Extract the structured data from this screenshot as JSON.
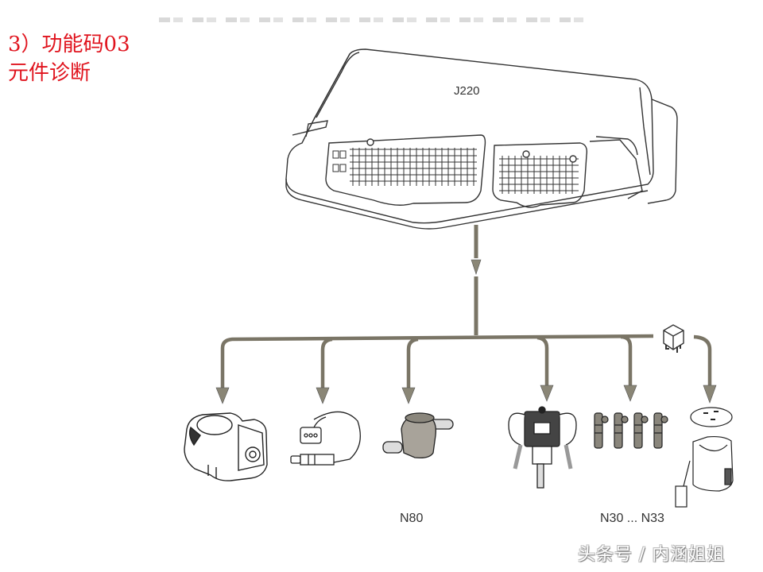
{
  "title": {
    "line1": "3）功能码03",
    "line2": "元件诊断",
    "color": "#e0141e"
  },
  "diagram": {
    "ecu": {
      "label": "J220",
      "icon": "engine-control-unit-icon"
    },
    "bus_color": "#7a7566",
    "components": [
      {
        "id": "throttle-body",
        "icon": "throttle-body-icon",
        "label": ""
      },
      {
        "id": "lambda-sensor",
        "icon": "oxygen-sensor-icon",
        "label": ""
      },
      {
        "id": "solenoid-valve",
        "icon": "solenoid-valve-icon",
        "label": "N80"
      },
      {
        "id": "ignition-coil",
        "icon": "ignition-coil-icon",
        "label": ""
      },
      {
        "id": "injectors",
        "icon": "fuel-injector-icon",
        "label": "N30 ... N33"
      },
      {
        "id": "fuel-pump",
        "icon": "fuel-pump-icon",
        "label": ""
      }
    ],
    "relay": {
      "icon": "relay-icon"
    }
  },
  "watermark": "头条号 / 内涵姐姐"
}
